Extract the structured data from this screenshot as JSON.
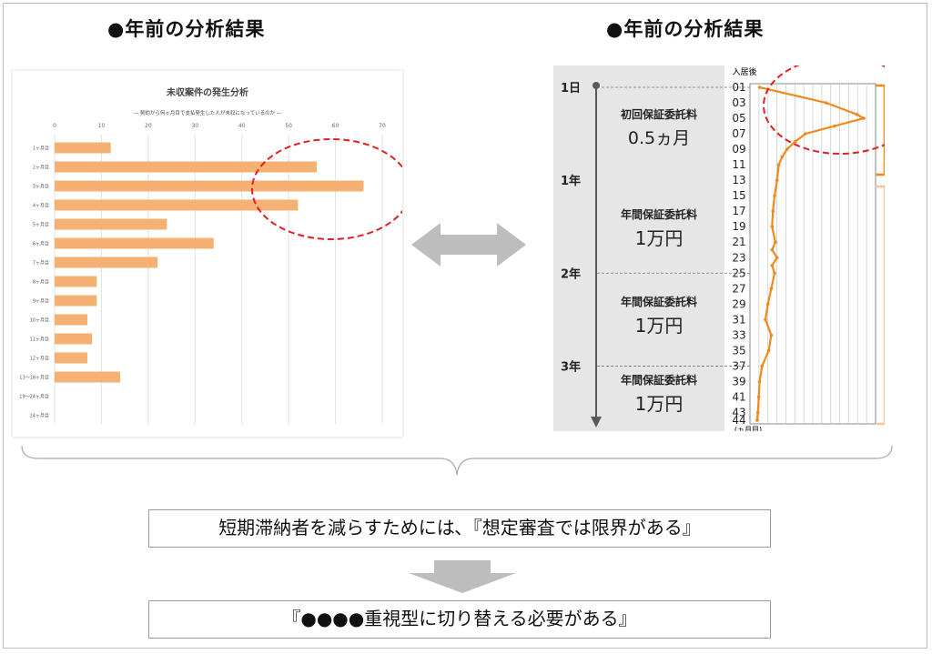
{
  "headings": {
    "left": "●年前の分析結果",
    "right": "●年前の分析結果"
  },
  "colors": {
    "bar": "#f5b074",
    "accent_red": "#e02020",
    "line_orange": "#f08a1e",
    "gray_panel": "#e6e6e6",
    "arrow_gray": "#bdbdbd"
  },
  "chart_data": [
    {
      "type": "bar",
      "title": "未収案件の発生分析",
      "subtitle": "― 契約から何ヶ月目で支払発生した人が未収になっているのか ―",
      "orientation": "horizontal",
      "categories": [
        "1ヶ月目",
        "2ヶ月目",
        "3ヶ月目",
        "4ヶ月目",
        "5ヶ月目",
        "6ヶ月目",
        "7ヶ月目",
        "8ヶ月目",
        "9ヶ月目",
        "10ヶ月目",
        "11ヶ月目",
        "12ヶ月目",
        "13〜18ヶ月目",
        "19〜24ヶ月目",
        "24ヶ月目"
      ],
      "values": [
        12,
        56,
        66,
        52,
        24,
        34,
        22,
        9,
        9,
        7,
        8,
        7,
        14,
        0,
        0
      ],
      "xlim": [
        0,
        70
      ],
      "xticks": [
        "0",
        "10",
        "20",
        "30",
        "40",
        "50",
        "60",
        "70"
      ],
      "xlabel": "",
      "ylabel": "",
      "grid": true,
      "highlight": "2ヶ月目〜4ヶ月目"
    },
    {
      "type": "line",
      "y_header": "入居後",
      "y_unit": "(ヵ月目)",
      "y_ticks": [
        "01",
        "03",
        "05",
        "07",
        "09",
        "11",
        "13",
        "15",
        "17",
        "19",
        "21",
        "23",
        "25",
        "27",
        "29",
        "31",
        "33",
        "35",
        "37",
        "39",
        "41",
        "43",
        "44"
      ],
      "x": [
        1,
        3,
        4.5,
        5,
        6,
        7,
        8,
        9,
        10,
        11,
        13,
        15,
        17,
        19,
        21,
        22,
        23,
        24,
        25,
        27,
        29,
        31,
        33,
        35,
        37,
        39,
        41,
        43,
        44
      ],
      "y": [
        0.5,
        8.5,
        12.2,
        13.0,
        9.5,
        6.0,
        4.8,
        3.8,
        3.2,
        2.8,
        2.6,
        2.3,
        2.1,
        2.0,
        2.4,
        2.0,
        2.6,
        2.0,
        2.3,
        1.9,
        1.5,
        1.2,
        1.9,
        1.6,
        0.8,
        0.5,
        0.4,
        0.3,
        0.2
      ],
      "timeline": [
        {
          "label": "1日"
        },
        {
          "label": "1年"
        },
        {
          "label": "2年"
        },
        {
          "label": "3年"
        }
      ],
      "fees": [
        {
          "name": "初回保証委託料",
          "amount": "0.5ヵ月"
        },
        {
          "name": "年間保証委託料",
          "amount": "1万円"
        },
        {
          "name": "年間保証委託料",
          "amount": "1万円"
        },
        {
          "name": "年間保証委託料",
          "amount": "1万円"
        }
      ]
    }
  ],
  "conclusion": "短期滞納者を減らすためには､『想定審査では限界がある』",
  "result": "『●●●●重視型に切り替える必要がある』"
}
